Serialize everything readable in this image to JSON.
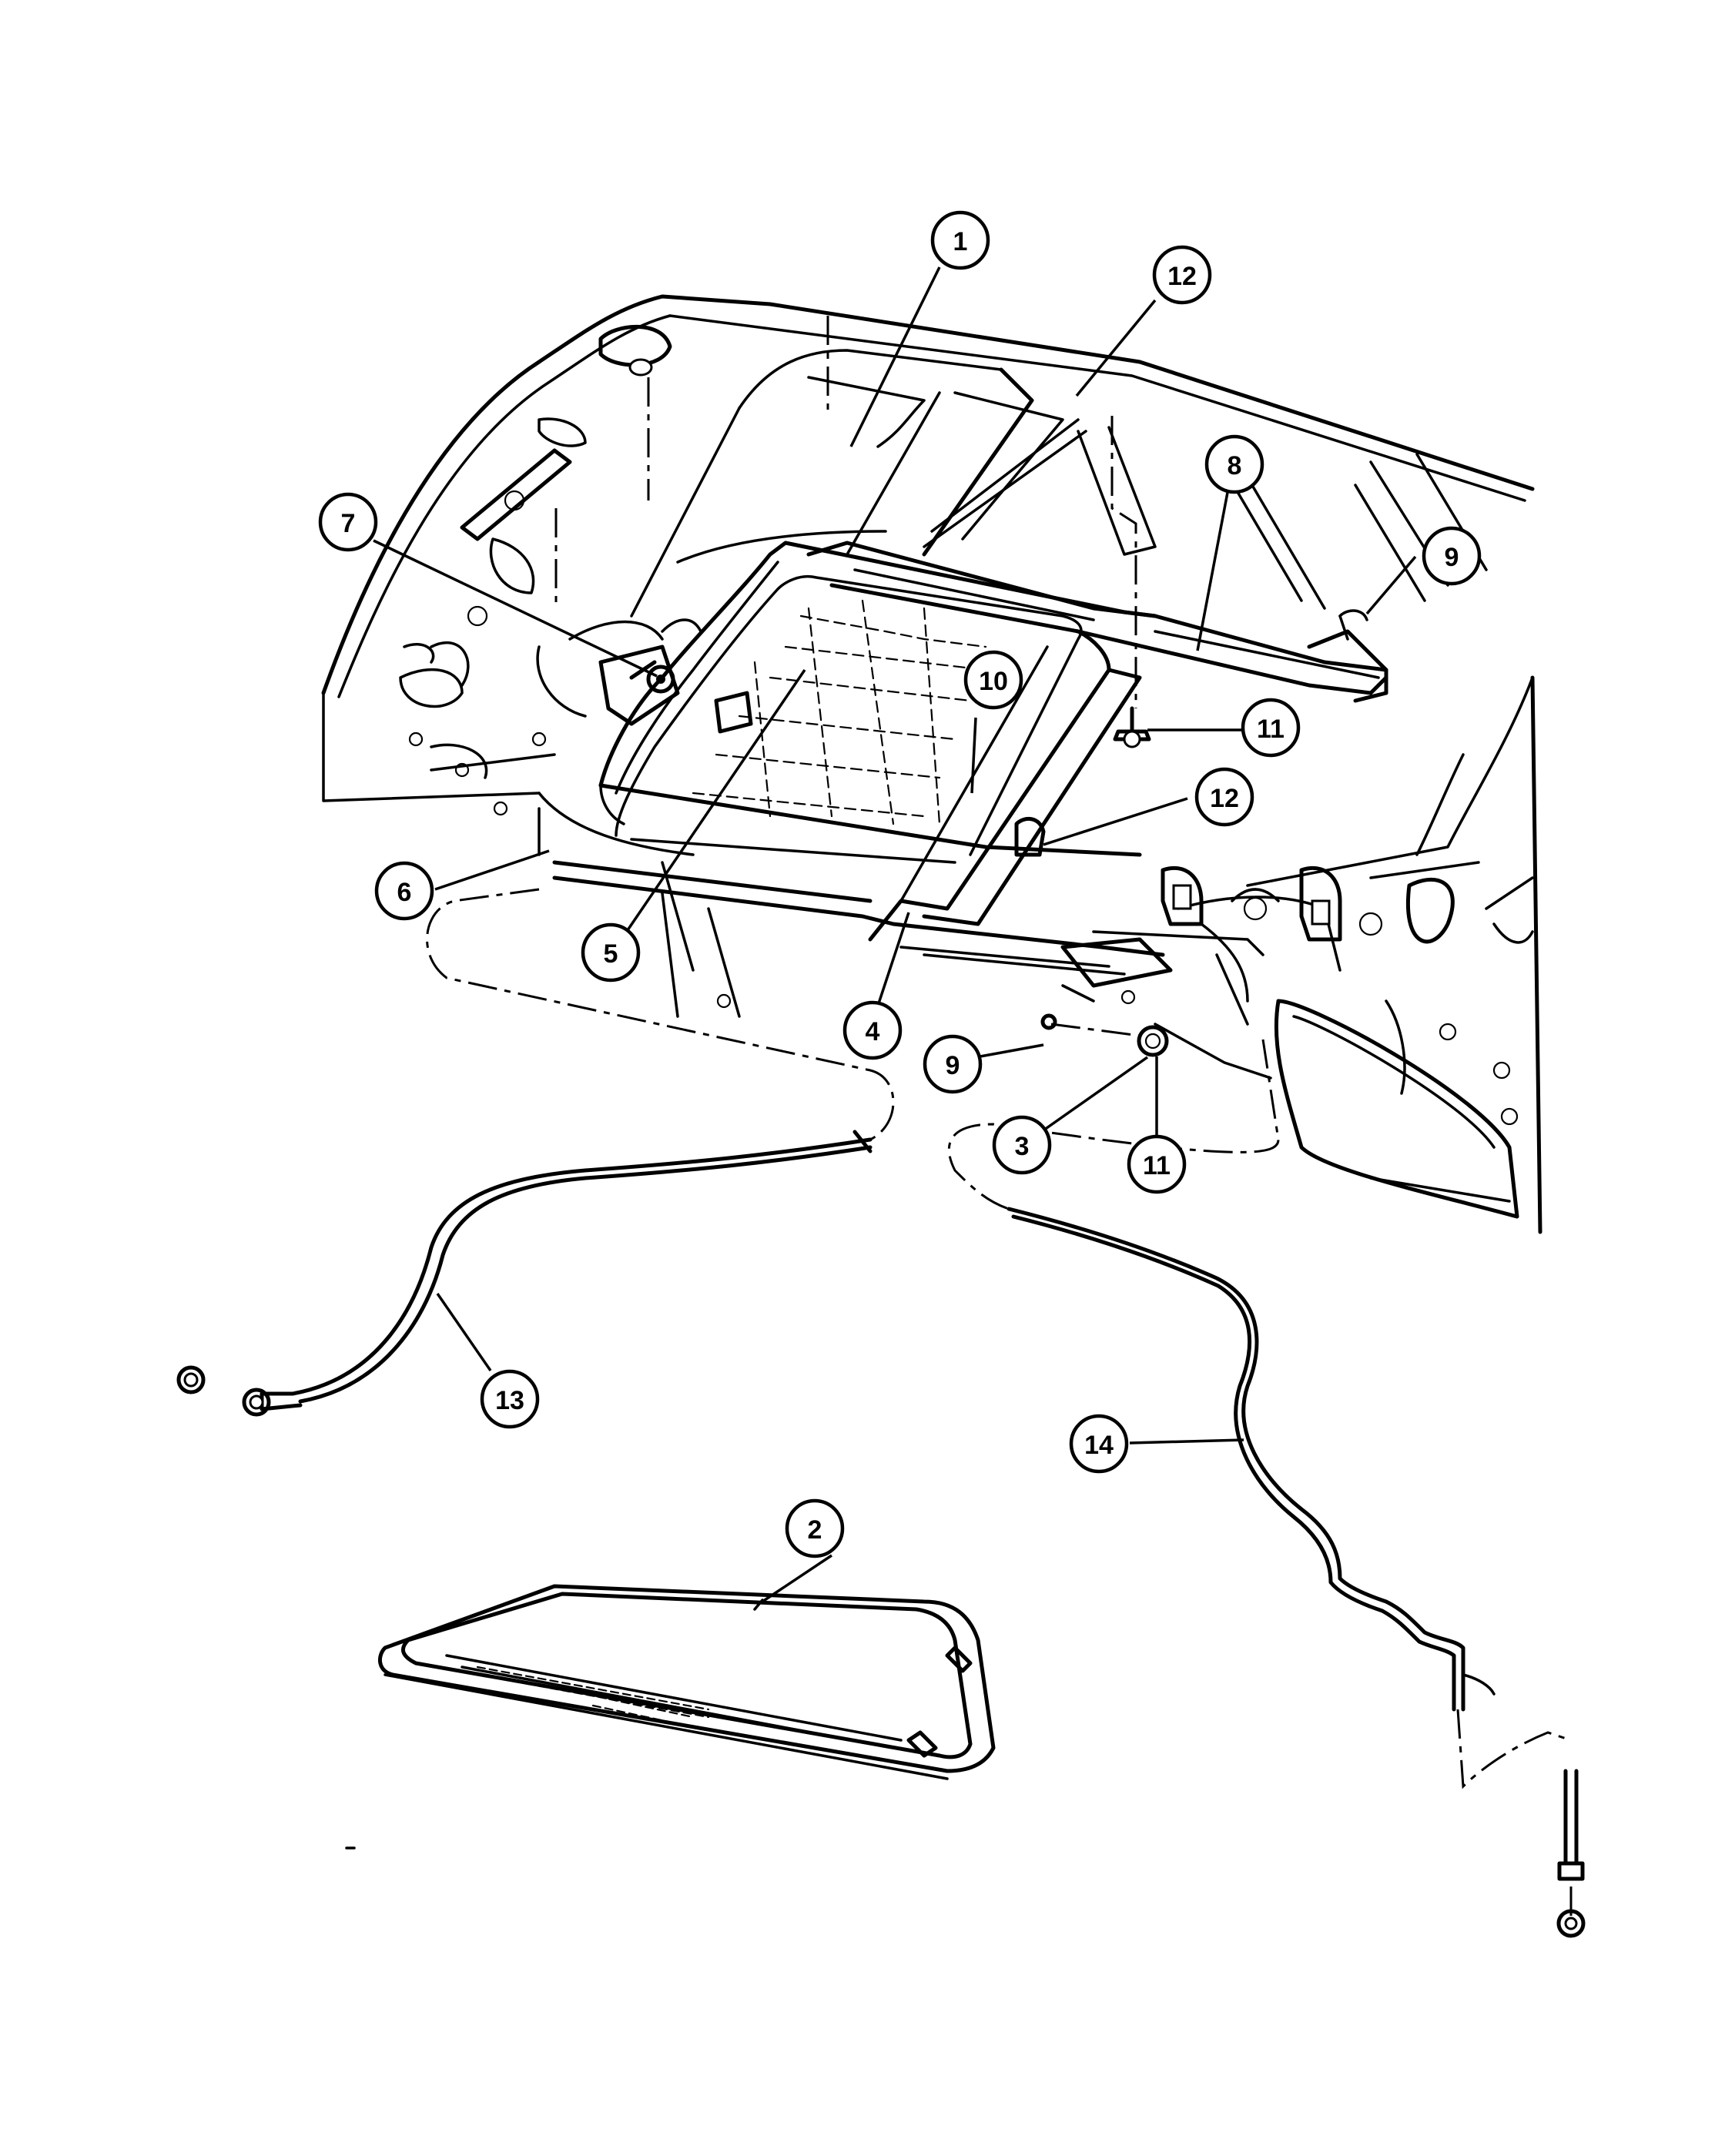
{
  "callouts": [
    {
      "id": "c1",
      "label": "1"
    },
    {
      "id": "c12a",
      "label": "12"
    },
    {
      "id": "c8",
      "label": "8"
    },
    {
      "id": "c9a",
      "label": "9"
    },
    {
      "id": "c7",
      "label": "7"
    },
    {
      "id": "c10",
      "label": "10"
    },
    {
      "id": "c11a",
      "label": "11"
    },
    {
      "id": "c12b",
      "label": "12"
    },
    {
      "id": "c6",
      "label": "6"
    },
    {
      "id": "c5",
      "label": "5"
    },
    {
      "id": "c4",
      "label": "4"
    },
    {
      "id": "c9b",
      "label": "9"
    },
    {
      "id": "c3",
      "label": "3"
    },
    {
      "id": "c11b",
      "label": "11"
    },
    {
      "id": "c13",
      "label": "13"
    },
    {
      "id": "c14",
      "label": "14"
    },
    {
      "id": "c2",
      "label": "2"
    }
  ]
}
